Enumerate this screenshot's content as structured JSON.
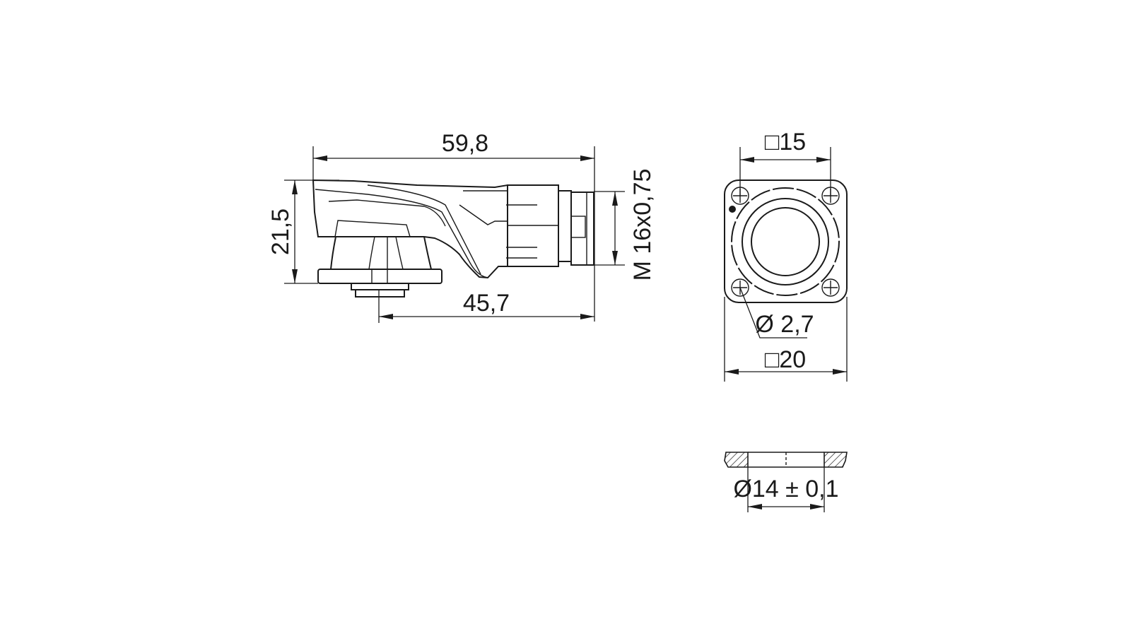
{
  "side_view": {
    "length_total": "59,8",
    "height": "21,5",
    "thread": "M 16x0,75",
    "length_flange": "45,7"
  },
  "front_view": {
    "hole_pitch": "□15",
    "hole_diameter": "Ø 2,7",
    "flange_size": "□20"
  },
  "panel_cutout": {
    "diameter": "Ø14 ± 0,1"
  },
  "colors": {
    "line": "#1a1a1a",
    "background": "#ffffff"
  }
}
